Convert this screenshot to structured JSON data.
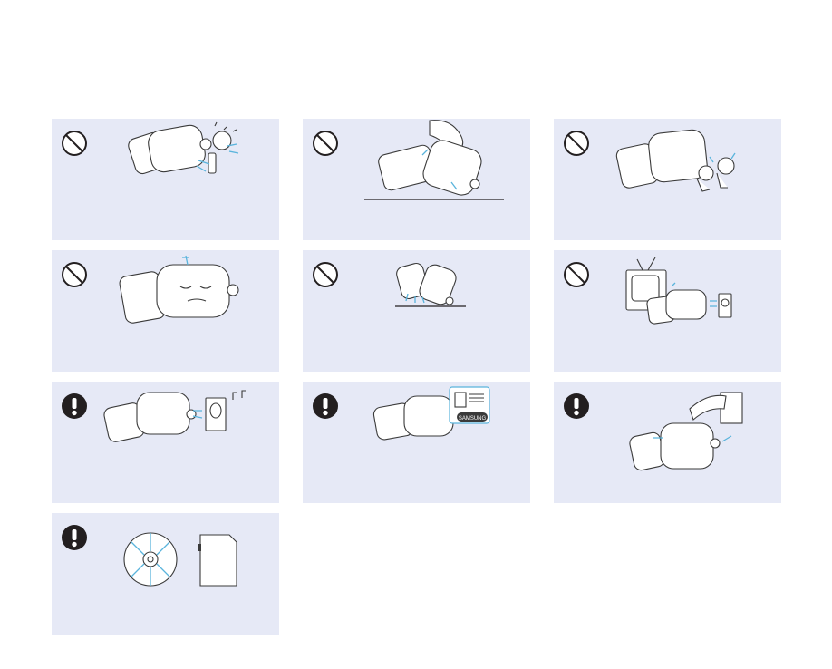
{
  "page": {
    "background": "#ffffff",
    "card_background": "#e6e9f6",
    "accent": "#5ab4dc"
  },
  "cards": [
    {
      "symbol": "prohibited-icon",
      "illustration": "camcorder-with-spray-can-illustration"
    },
    {
      "symbol": "prohibited-icon",
      "illustration": "camcorder-hit-on-surface-illustration"
    },
    {
      "symbol": "prohibited-icon",
      "illustration": "camcorder-with-children-illustration"
    },
    {
      "symbol": "prohibited-icon",
      "illustration": "camcorder-lcd-pressed-illustration"
    },
    {
      "symbol": "prohibited-icon",
      "illustration": "camcorder-dropped-illustration"
    },
    {
      "symbol": "prohibited-icon",
      "illustration": "camcorder-near-tv-and-speaker-illustration"
    },
    {
      "symbol": "mandatory-icon",
      "illustration": "camcorder-with-speaker-illustration"
    },
    {
      "symbol": "mandatory-icon",
      "illustration": "camcorder-with-battery-pack-illustration"
    },
    {
      "symbol": "mandatory-icon",
      "illustration": "camcorder-at-window-illustration"
    },
    {
      "symbol": "mandatory-icon",
      "illustration": "disc-and-memory-card-illustration"
    }
  ],
  "labels": {
    "battery_brand": "SAMSUNG"
  }
}
